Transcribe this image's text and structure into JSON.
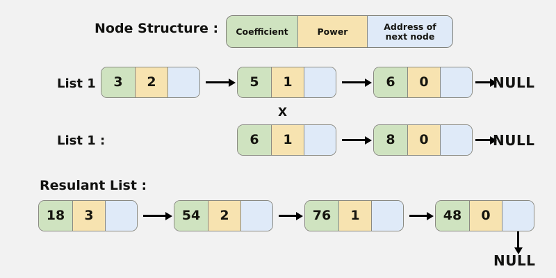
{
  "diagram": {
    "background_color": "#f2f2f2",
    "colors": {
      "coefficient_cell": "#cfe3c0",
      "power_cell": "#f7e3b0",
      "next_cell": "#dfeaf8",
      "border": "#8a8a82",
      "text": "#121210",
      "arrow": "#000000"
    },
    "node_structure": {
      "label": "Node Structure :",
      "fields": [
        {
          "name": "coefficient-field",
          "text": "Coefficient"
        },
        {
          "name": "power-field",
          "text": "Power"
        },
        {
          "name": "next-address-field",
          "text": "Address of\nnext node"
        }
      ]
    },
    "rows": [
      {
        "id": "list-1-first",
        "label": "List 1 :",
        "terminator": "NULL",
        "nodes": [
          {
            "coefficient": "3",
            "power": "2",
            "next": ""
          },
          {
            "coefficient": "5",
            "power": "1",
            "next": ""
          },
          {
            "coefficient": "6",
            "power": "0",
            "next": ""
          }
        ]
      },
      {
        "id": "list-1-second",
        "label": "List 1 :",
        "terminator": "NULL",
        "nodes": [
          {
            "coefficient": "6",
            "power": "1",
            "next": ""
          },
          {
            "coefficient": "8",
            "power": "0",
            "next": ""
          }
        ]
      },
      {
        "id": "resultant-list",
        "label": "Resulant List :",
        "terminator": "NULL",
        "nodes": [
          {
            "coefficient": "18",
            "power": "3",
            "next": ""
          },
          {
            "coefficient": "54",
            "power": "2",
            "next": ""
          },
          {
            "coefficient": "76",
            "power": "1",
            "next": ""
          },
          {
            "coefficient": "48",
            "power": "0",
            "next": ""
          }
        ]
      }
    ],
    "operator": "X"
  }
}
